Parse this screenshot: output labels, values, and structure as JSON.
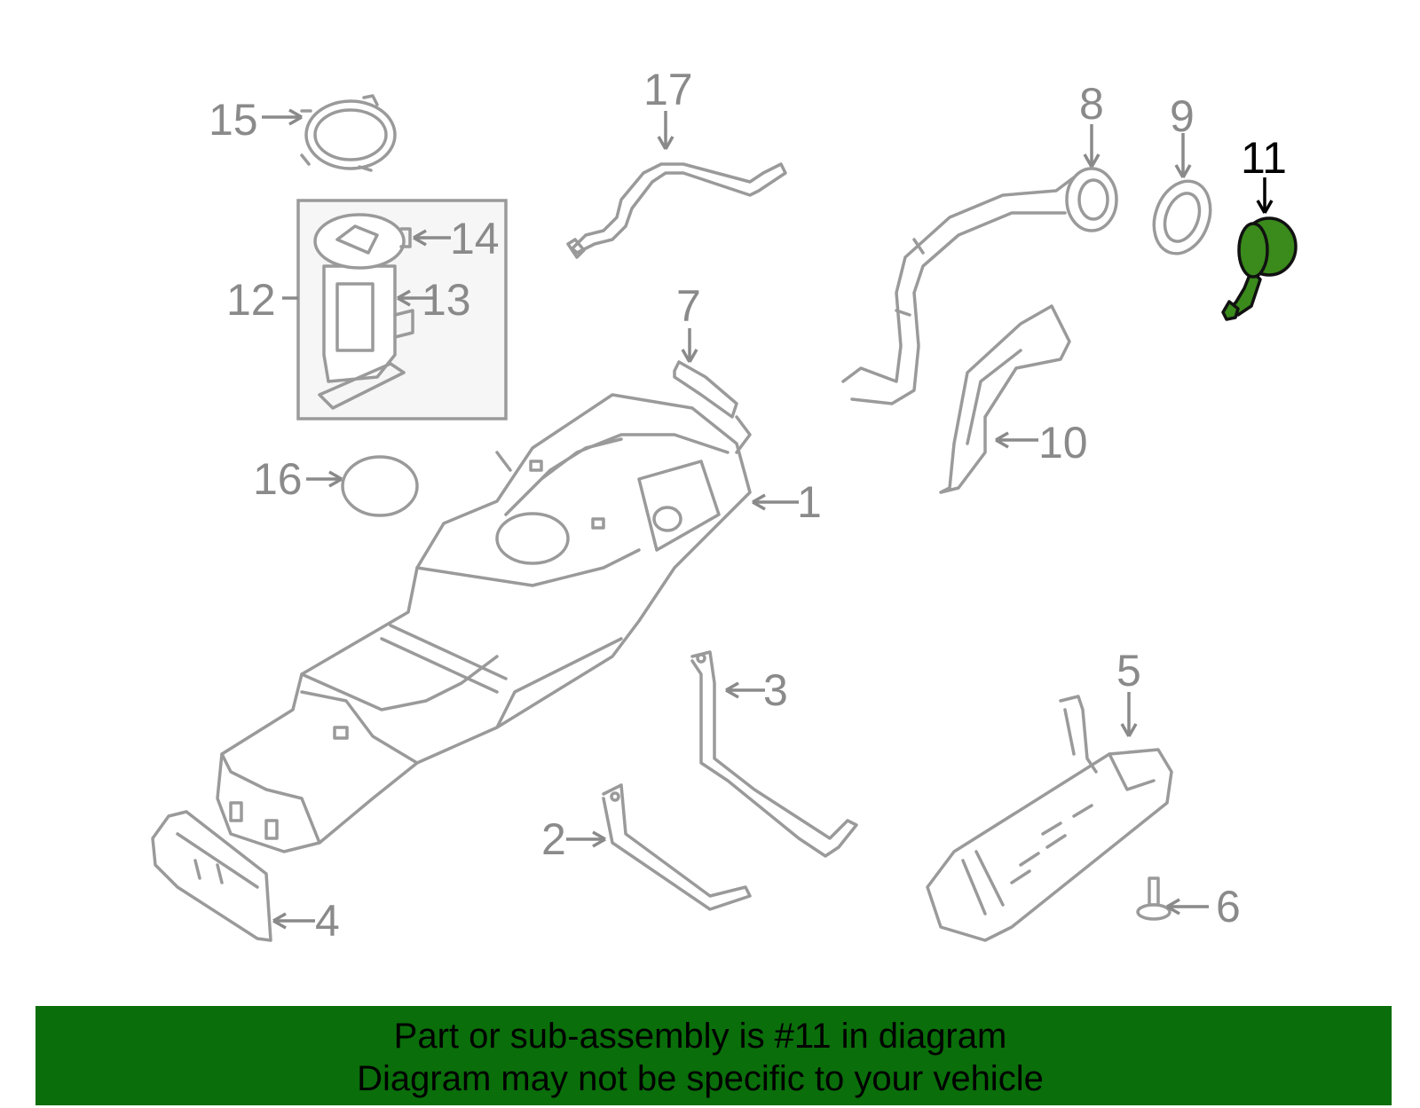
{
  "callouts": [
    {
      "id": "1",
      "label": "1"
    },
    {
      "id": "2",
      "label": "2"
    },
    {
      "id": "3",
      "label": "3"
    },
    {
      "id": "4",
      "label": "4"
    },
    {
      "id": "5",
      "label": "5"
    },
    {
      "id": "6",
      "label": "6"
    },
    {
      "id": "7",
      "label": "7"
    },
    {
      "id": "8",
      "label": "8"
    },
    {
      "id": "9",
      "label": "9"
    },
    {
      "id": "10",
      "label": "10"
    },
    {
      "id": "11",
      "label": "11",
      "highlighted": true
    },
    {
      "id": "12",
      "label": "12"
    },
    {
      "id": "13",
      "label": "13"
    },
    {
      "id": "14",
      "label": "14"
    },
    {
      "id": "15",
      "label": "15"
    },
    {
      "id": "16",
      "label": "16"
    },
    {
      "id": "17",
      "label": "17"
    }
  ],
  "banner": {
    "line1": "Part or sub-assembly is #11 in diagram",
    "line2": "Diagram may not be specific to your vehicle"
  },
  "colors": {
    "banner": "#0a6e0a",
    "highlight_part": "#3a8a1c",
    "line_art": "#9a9a9a"
  }
}
